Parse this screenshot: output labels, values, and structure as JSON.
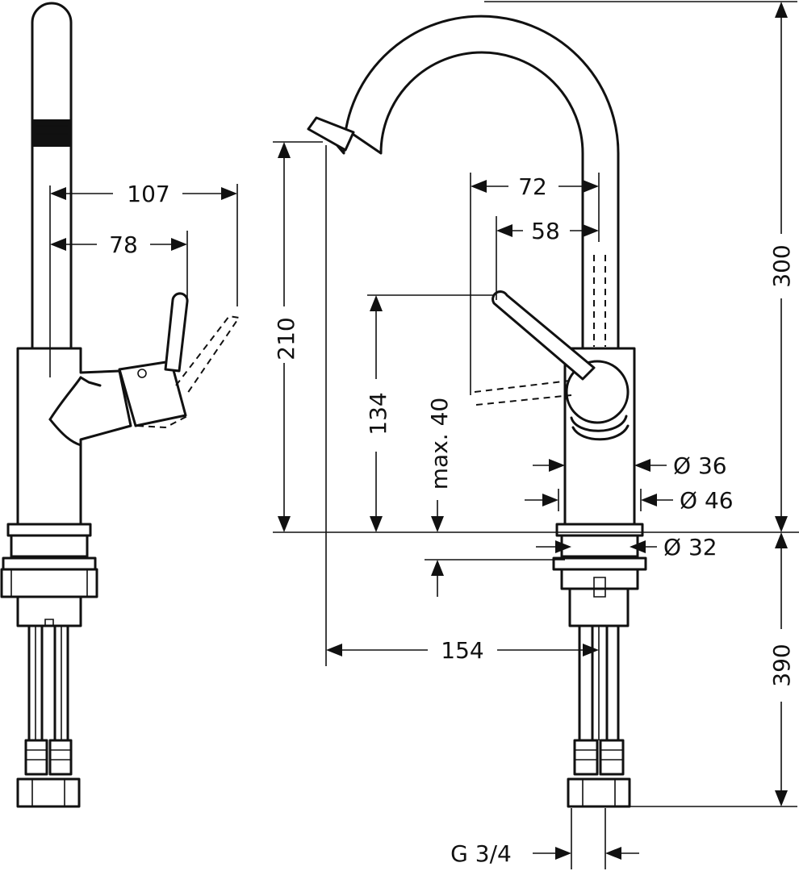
{
  "dimensions": {
    "d107": "107",
    "d78": "78",
    "d72": "72",
    "d58": "58",
    "d300": "300",
    "d210": "210",
    "d134": "134",
    "dmax40": "max. 40",
    "d36": "Ø 36",
    "d46": "Ø 46",
    "d32": "Ø 32",
    "d154": "154",
    "d390": "390",
    "dG34": "G 3/4"
  }
}
